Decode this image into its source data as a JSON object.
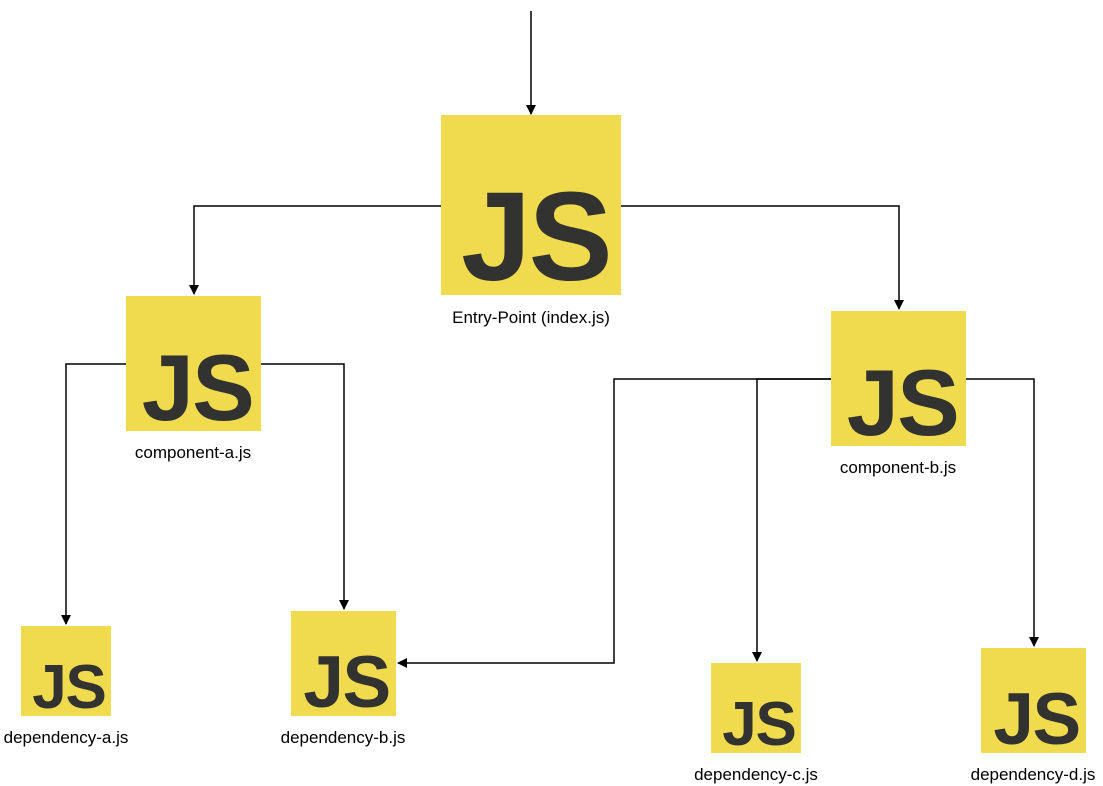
{
  "diagram": {
    "logo_text": "JS",
    "logo_background": "#F0DB4F",
    "logo_foreground": "#323330",
    "edge_color": "#000000",
    "nodes": {
      "entry": {
        "label": "Entry-Point (index.js)"
      },
      "component_a": {
        "label": "component-a.js"
      },
      "component_b": {
        "label": "component-b.js"
      },
      "dependency_a": {
        "label": "dependency-a.js"
      },
      "dependency_b": {
        "label": "dependency-b.js"
      },
      "dependency_c": {
        "label": "dependency-c.js"
      },
      "dependency_d": {
        "label": "dependency-d.js"
      }
    },
    "edges": [
      {
        "from": "external",
        "to": "entry"
      },
      {
        "from": "entry",
        "to": "component_a"
      },
      {
        "from": "entry",
        "to": "component_b"
      },
      {
        "from": "component_a",
        "to": "dependency_a"
      },
      {
        "from": "component_a",
        "to": "dependency_b"
      },
      {
        "from": "component_b",
        "to": "dependency_b"
      },
      {
        "from": "component_b",
        "to": "dependency_c"
      },
      {
        "from": "component_b",
        "to": "dependency_d"
      }
    ]
  }
}
